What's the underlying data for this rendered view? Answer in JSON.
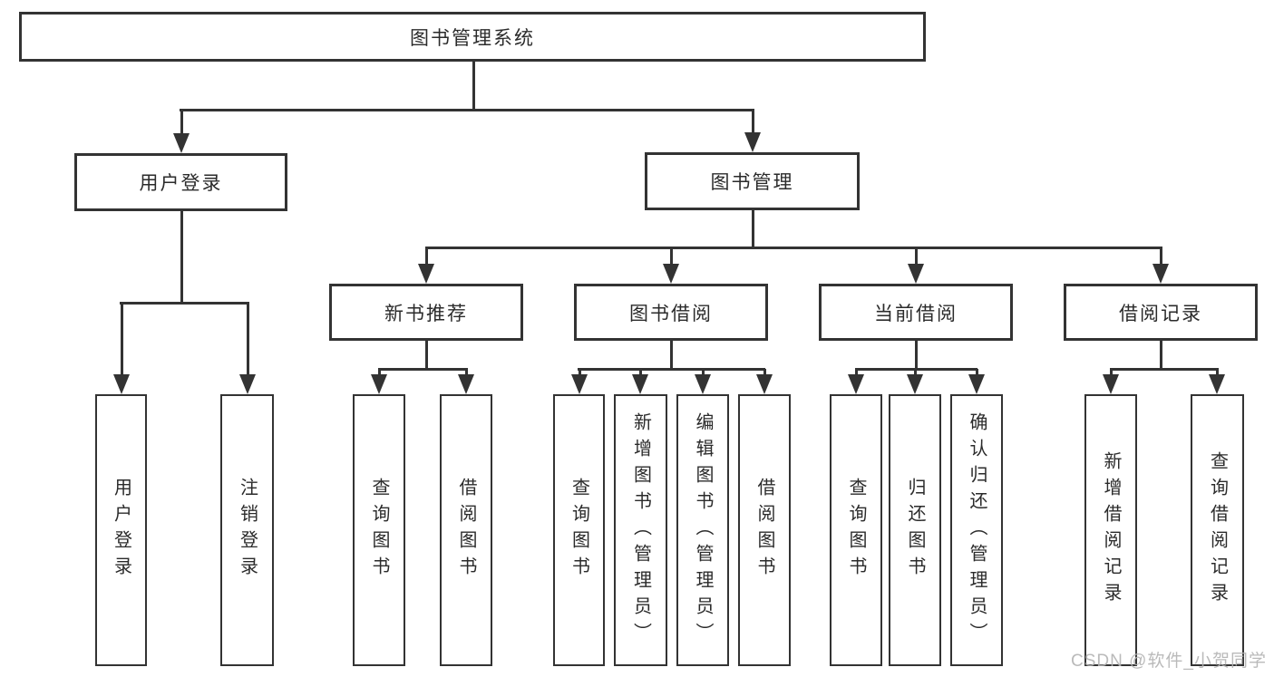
{
  "colors": {
    "line": "#333333",
    "box_border": "#333333",
    "text": "#2b2b2b",
    "background": "#ffffff",
    "watermark": "#b3b3b3"
  },
  "watermark": {
    "text": "CSDN @软件_小贺同学"
  },
  "tree": {
    "root": "图书管理系统",
    "children": [
      {
        "label": "用户登录",
        "children": [
          "用户登录",
          "注销登录"
        ]
      },
      {
        "label": "图书管理",
        "children": [
          {
            "label": "新书推荐",
            "children": [
              "查询图书",
              "借阅图书"
            ]
          },
          {
            "label": "图书借阅",
            "children": [
              "查询图书",
              "新增图书（管理员）",
              "编辑图书（管理员）",
              "借阅图书"
            ]
          },
          {
            "label": "当前借阅",
            "children": [
              "查询图书",
              "归还图书",
              "确认归还（管理员）"
            ]
          },
          {
            "label": "借阅记录",
            "children": [
              "新增借阅记录",
              "查询借阅记录"
            ]
          }
        ]
      }
    ]
  }
}
